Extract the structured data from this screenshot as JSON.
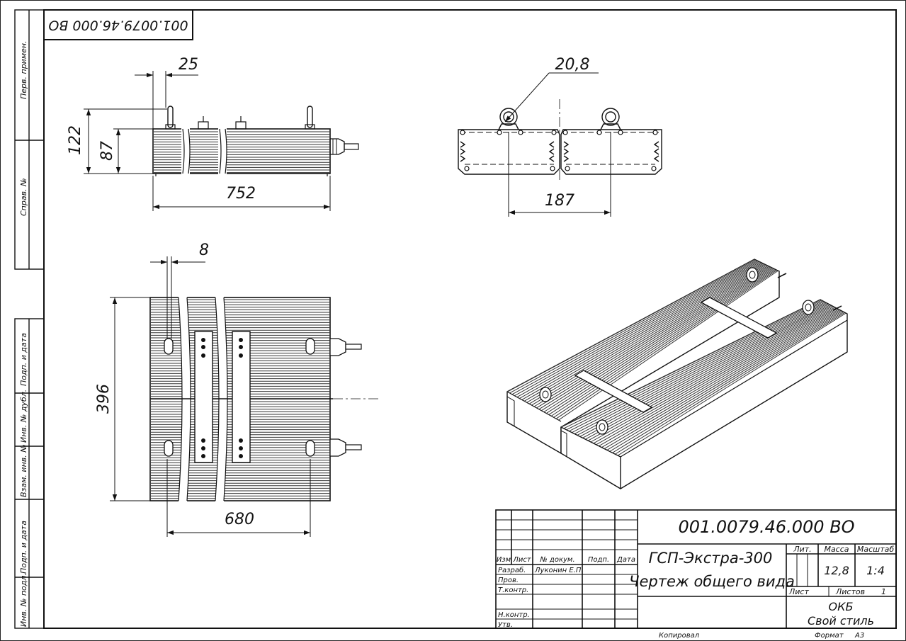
{
  "document": {
    "code": "001.0079.46.000 ВО",
    "code_rotated": "001.0079.46.000 ВО",
    "product_name": "ГСП-Экстра-300",
    "drawing_title": "Чертеж общего вида",
    "organization_line1": "ОКБ",
    "organization_line2": "Свой стиль"
  },
  "side_strip": {
    "labels": [
      "Перв. примен.",
      "Справ. №",
      "Подп. и дата",
      "Инв. № дубл.",
      "Взам. инв. №",
      "Подп. и дата",
      "Инв. № подл."
    ]
  },
  "title_block": {
    "col_headers": [
      "Изм",
      "Лист",
      "№ докум.",
      "Подп.",
      "Дата"
    ],
    "roles": [
      {
        "role": "Разраб.",
        "name": "Луконин Е.П."
      },
      {
        "role": "Пров.",
        "name": ""
      },
      {
        "role": "Т.контр.",
        "name": ""
      },
      {
        "role": "Н.контр.",
        "name": ""
      },
      {
        "role": "Утв.",
        "name": ""
      }
    ],
    "lit_label": "Лит.",
    "mass_label": "Масса",
    "scale_label": "Масштаб",
    "mass_value": "12,8",
    "scale_value": "1:4",
    "sheet_label": "Лист",
    "sheets_label": "Листов",
    "sheets_value": "1",
    "copied_label": "Копировал",
    "format_label": "Формат",
    "format_value": "А3"
  },
  "dimensions": {
    "front_width": "752",
    "front_height_total": "122",
    "front_height_body": "87",
    "front_offset": "25",
    "end_width": "187",
    "end_ring": "20,8",
    "top_width": "680",
    "top_height": "396",
    "top_offset": "8"
  }
}
